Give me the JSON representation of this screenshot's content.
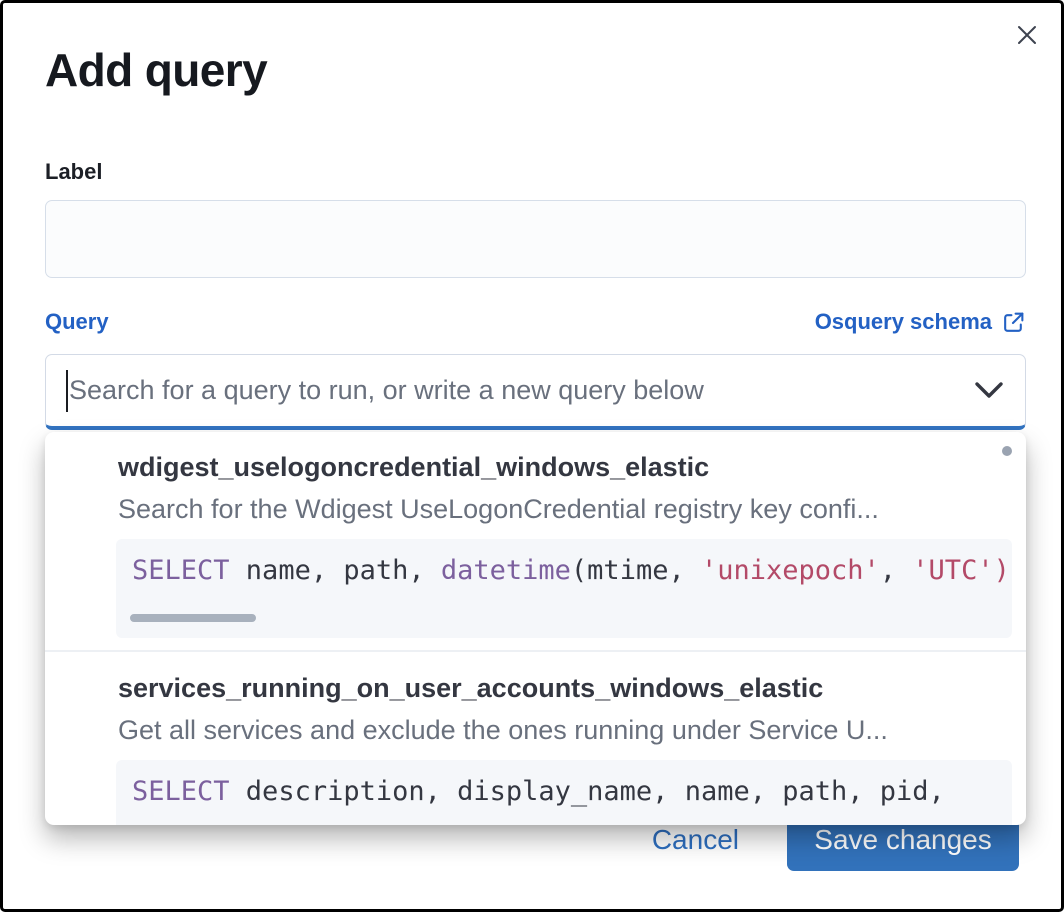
{
  "modal": {
    "title": "Add query",
    "label_field": {
      "label": "Label",
      "value": "",
      "placeholder": ""
    },
    "query_field": {
      "label": "Query",
      "schema_link_label": "Osquery schema",
      "placeholder": "Search for a query to run, or write a new query below"
    },
    "footer": {
      "cancel_label": "Cancel",
      "save_label": "Save changes"
    }
  },
  "dropdown": {
    "options": [
      {
        "title": "wdigest_uselogoncredential_windows_elastic",
        "description": "Search for the Wdigest UseLogonCredential registry key confi...",
        "code": [
          {
            "type": "keyword",
            "text": "SELECT"
          },
          {
            "type": "plain",
            "text": " name, path, "
          },
          {
            "type": "keyword",
            "text": "datetime"
          },
          {
            "type": "plain",
            "text": "(mtime, "
          },
          {
            "type": "string",
            "text": "'unixepoch'"
          },
          {
            "type": "plain",
            "text": ", "
          },
          {
            "type": "string",
            "text": "'UTC')"
          }
        ],
        "has_horizontal_scrollbar": true
      },
      {
        "title": "services_running_on_user_accounts_windows_elastic",
        "description": "Get all services and exclude the ones running under Service U...",
        "code": [
          {
            "type": "keyword",
            "text": "SELECT"
          },
          {
            "type": "plain",
            "text": " description, display_name, name, path, pid, "
          }
        ],
        "has_horizontal_scrollbar": false
      }
    ]
  },
  "colors": {
    "link_blue": "#2361c4",
    "button_blue": "#3272bb",
    "focus_underline_blue": "#3273c1",
    "code_keyword_purple": "#7c609e",
    "code_string_rose": "#b34a68",
    "code_plain": "#343741",
    "text_muted": "#69707d",
    "code_background": "#f5f7fa"
  }
}
